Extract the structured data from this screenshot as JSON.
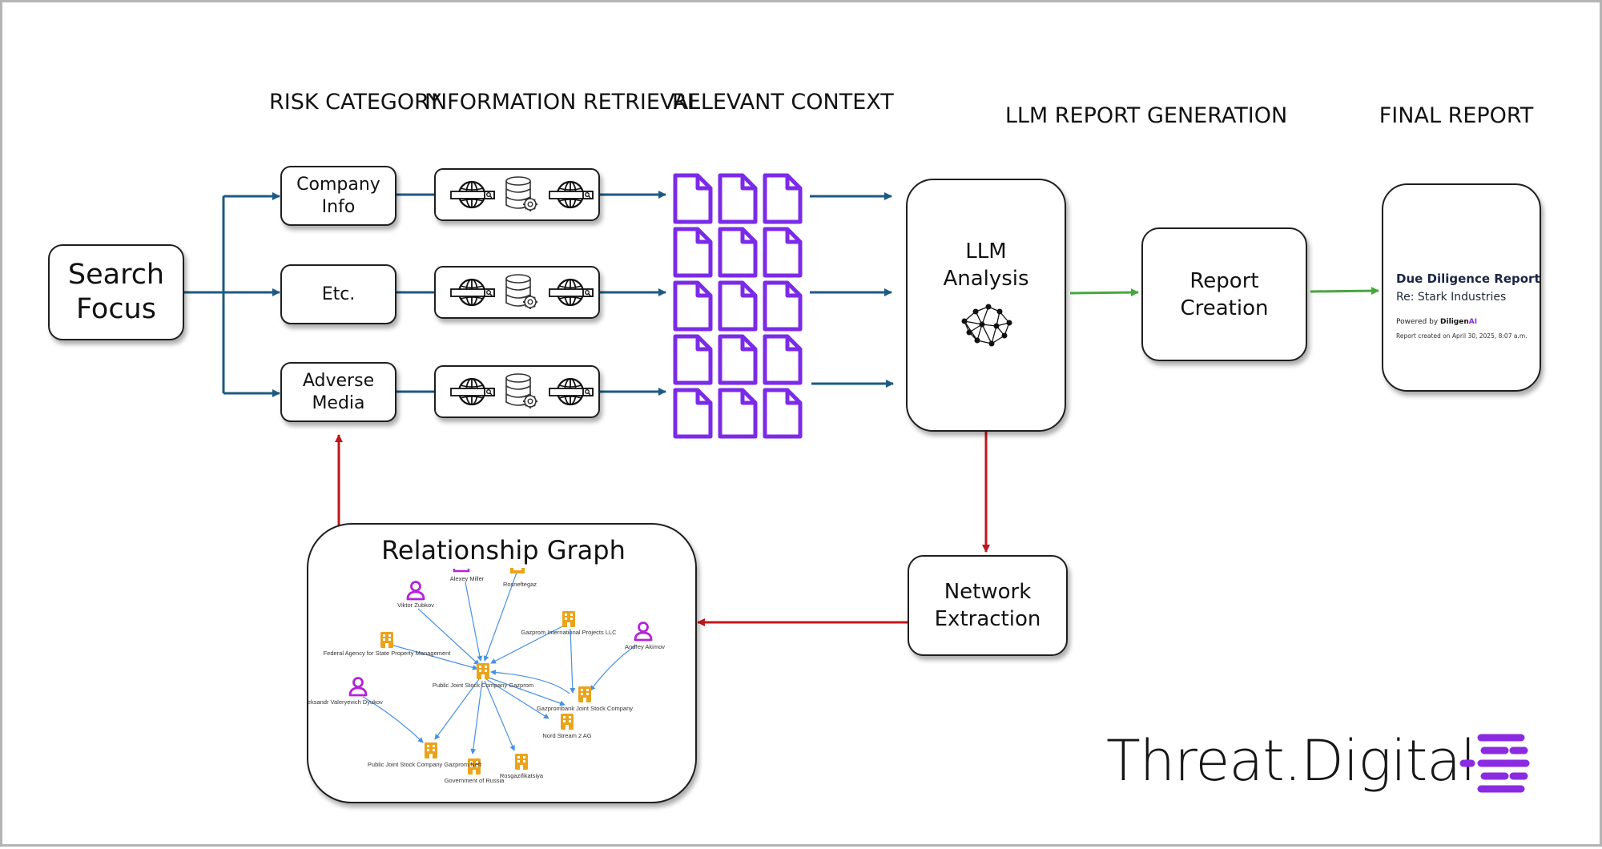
{
  "headers": {
    "risk_category": "RISK\nCATEGORY",
    "information_retrieval": "INFORMATION\nRETRIEVAL",
    "relevant_context": "RELEVANT\nCONTEXT",
    "llm_report_generation": "LLM REPORT GENERATION",
    "final_report": "FINAL REPORT"
  },
  "boxes": {
    "search_focus": "Search\nFocus",
    "company_info": "Company\nInfo",
    "etc": "Etc.",
    "adverse_media": "Adverse\nMedia",
    "llm_analysis": "LLM\nAnalysis",
    "report_creation": "Report\nCreation",
    "network_extraction": "Network\nExtraction"
  },
  "final_report": {
    "title": "Due Diligence Report",
    "subject": "Re: Stark Industries",
    "powered_by": "Powered by",
    "brand_main": "Diligen",
    "brand_accent": "AI",
    "created": "Report created on April 30, 2025, 8:07 a.m."
  },
  "relationship_graph": {
    "title": "Relationship Graph",
    "nodes": {
      "alexey_miller": "Alexey Miller",
      "rosneftegaz": "Rosneftegaz",
      "viktor_zubkov": "Viktor Zubkov",
      "gazprom_intl": "Gazprom International Projects LLC",
      "federal_agency": "Federal Agency for State Property Management",
      "andrey_akimov": "Andrey Akimov",
      "pjsc_gazprom": "Public Joint Stock Company Gazprom",
      "dyukov": "leksandr Valeryevich Dyukov",
      "gazprombank": "Gazprombank Joint Stock Company",
      "nord_stream": "Nord Stream 2 AG",
      "gazprom_neft": "Public Joint Stock Company Gazprom Neft",
      "govt_russia": "Government of Russia",
      "rosgazifikatsiya": "Rosgazifikatsiya"
    }
  },
  "logo": {
    "text": "Threat.Digital",
    "accent_color": "#8a2be2"
  },
  "colors": {
    "flow_arrow": "#1c5a82",
    "output_arrow": "#46a83c",
    "feedback_arrow": "#c0171d",
    "document_icon": "#7b2be8",
    "graph_person": "#b522d8",
    "graph_org": "#eaa41c",
    "graph_edge": "#4a90e2"
  },
  "icons": {
    "retrieval": [
      "globe-search-icon",
      "database-gear-icon",
      "globe-search-icon"
    ],
    "context": "document-icon",
    "analysis": "neural-network-icon",
    "person": "person-icon",
    "organization": "building-icon"
  }
}
